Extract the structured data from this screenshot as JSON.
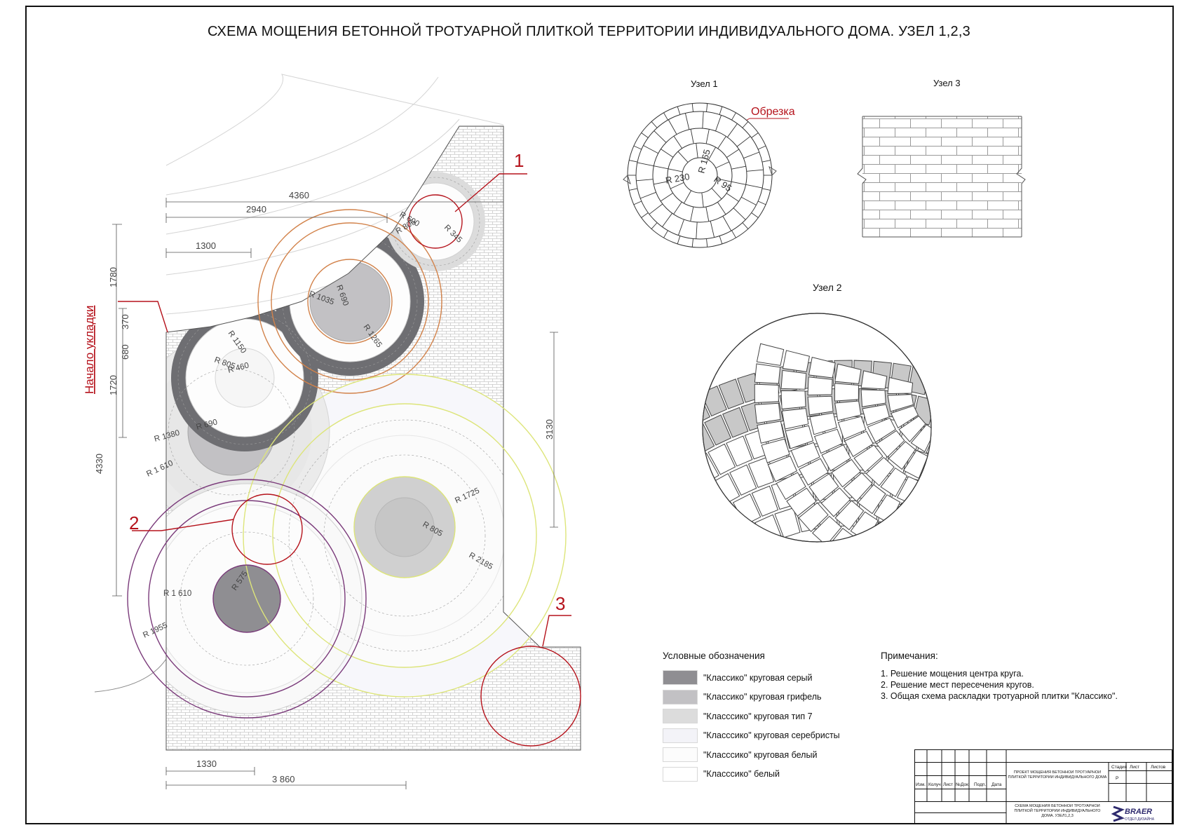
{
  "sheet": {
    "title": "СХЕМА МОЩЕНИЯ БЕТОННОЙ ТРОТУАРНОЙ ПЛИТКОЙ ТЕРРИТОРИИ ИНДИВИДУАЛЬНОГО ДОМА. УЗЕЛ 1,2,3"
  },
  "plan": {
    "start_label": "Начало укладки",
    "dims": {
      "d4360": "4360",
      "d2940": "2940",
      "d1300": "1300",
      "d1780": "1780",
      "d370": "370",
      "d680": "680",
      "d1720": "1720",
      "d4330": "4330",
      "d3130": "3130",
      "d1330": "1330",
      "d3860": "3 860"
    },
    "radii": {
      "r690a": "R 690",
      "r805a": "R 805",
      "r345": "R 345",
      "r690b": "R 690",
      "r1035": "R 1035",
      "r1265": "R 1265",
      "r1150": "R 1150",
      "r805b": "R 805",
      "r460": "R 460",
      "r690c": "R 690",
      "r1380": "R 1380",
      "r1610a": "R 1 610",
      "r1725": "R 1725",
      "r805c": "R 805",
      "r2185": "R 2185",
      "r1610b": "R 1 610",
      "r575": "R 575",
      "r1955": "R 1955"
    },
    "callouts": [
      "1",
      "2",
      "3"
    ]
  },
  "node1": {
    "title": "Узел 1",
    "cut_label": "Обрезка",
    "r230": "R 230",
    "r165": "R 165",
    "r95": "R 95"
  },
  "node2": {
    "title": "Узел 2"
  },
  "node3": {
    "title": "Узел 3"
  },
  "legend": {
    "title": "Условные  обозначения",
    "items": [
      {
        "label": "\"Классико\" круговая серый",
        "color": "#8f8e92"
      },
      {
        "label": "\"Классико\" круговая грифель",
        "color": "#c2c1c4"
      },
      {
        "label": "\"Классcико\" круговая тип 7",
        "color": "#dcdcdc"
      },
      {
        "label": "\"Классcико\" круговая серебристы",
        "color": "#f3f3f8"
      },
      {
        "label": "\"Классcико\" круговая белый",
        "color": "#fcfcfc"
      },
      {
        "label": "\"Классcико\" белый",
        "color": "#ffffff"
      }
    ]
  },
  "notes": {
    "title": "Примечания:",
    "items": [
      "1.  Решение мощения центра круга.",
      "2.  Решение мест пересечения кругов.",
      "3.  Общая схема раскладки тротуарной плитки \"Классико\"."
    ]
  },
  "stamp": {
    "cols": [
      "Изм.",
      "Колуч",
      "Лист",
      "№Док.",
      "Подп.",
      "Дата"
    ],
    "project": "ПРОЕКТ МОЩЕНИЯ БЕТОННОЙ ТРОТУАРНОЙ ПЛИТКОЙ ТЕРРИТОРИИ ИНДИВИДУАЛЬНОГО ДОМА",
    "sheet_name": "СХЕМА МОЩЕНИЯ БЕТОННОЙ ТРОТУАРНОЙ ПЛИТКОЙ ТЕРРИТОРИИ ИНДИВИДУАЛЬНОГО ДОМА. УЗЕЛ1,2,3",
    "stage_h": "Стадия",
    "sheet_h": "Лист",
    "sheets_h": "Листов",
    "stage": "Р",
    "brand": "BRAER",
    "brand_sub": "ОТДЕЛ ДИЗАЙНА"
  }
}
